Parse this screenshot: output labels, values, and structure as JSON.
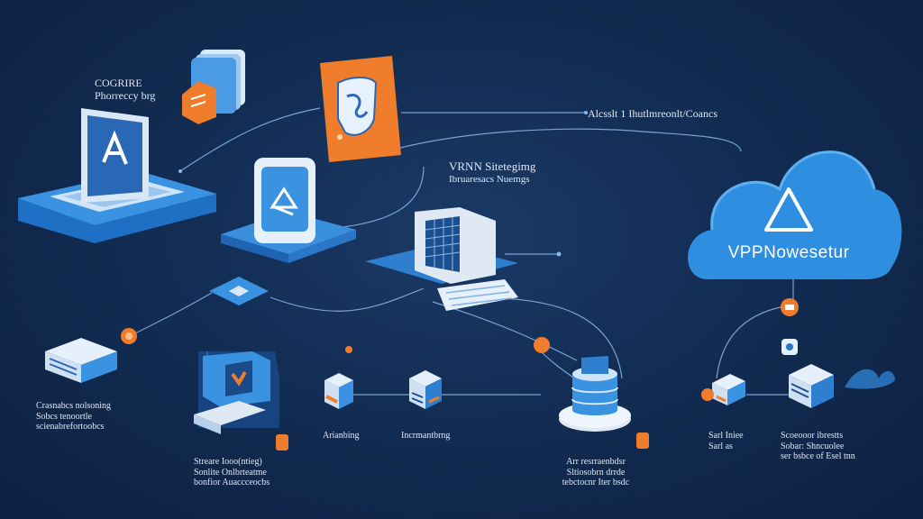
{
  "labels": {
    "top_left_line1": "COGRIRE",
    "top_left_line2": "Phorreccy brg",
    "top_right_caption": "Alcsslt 1 Ihutlmreonlt/Coancs",
    "center_title_line1": "VRNN Sitetegimg",
    "center_title_line2": "Ibruaresacs Nuemgs",
    "cloud_title": "VPPNowesetur",
    "bottom_left_line1": "Crasnabcs nolsoning",
    "bottom_left_line2": "Sobcs tenoortle",
    "bottom_left_line3": "scienabrefortoobcs",
    "server_left_line1": "Streare Iooo(ntieg)",
    "server_left_line2": "Sonlite Onlbrteatme",
    "server_left_line3": "bonfior Auaccceocbs",
    "box_a_label": "Arianbing",
    "box_b_label": "Incrmantbrng",
    "hub_line1": "Arr resrraenbdsr",
    "hub_line2": "Sltiosobrn drrde",
    "hub_line3": "tebctocnr Iter bsdc",
    "right_small_line1": "Sarl Iniee",
    "right_small_line2": "Sarl as",
    "right_far_line1": "Scoeooor ibrestts",
    "right_far_line2": "Sobar: Shncuolee",
    "right_far_line3": "ser bsbce of Esel tnn"
  },
  "icons": {
    "laptop": "laptop-icon",
    "shield": "shield-icon",
    "files": "document-stack-icon",
    "tablet": "tablet-icon",
    "cloud": "cloud-icon",
    "server": "server-cube-icon",
    "database": "database-icon"
  },
  "colors": {
    "background": "#112a4f",
    "accent_blue": "#3f9be6",
    "accent_orange": "#f07d2b",
    "wire": "#7fb0e6"
  }
}
